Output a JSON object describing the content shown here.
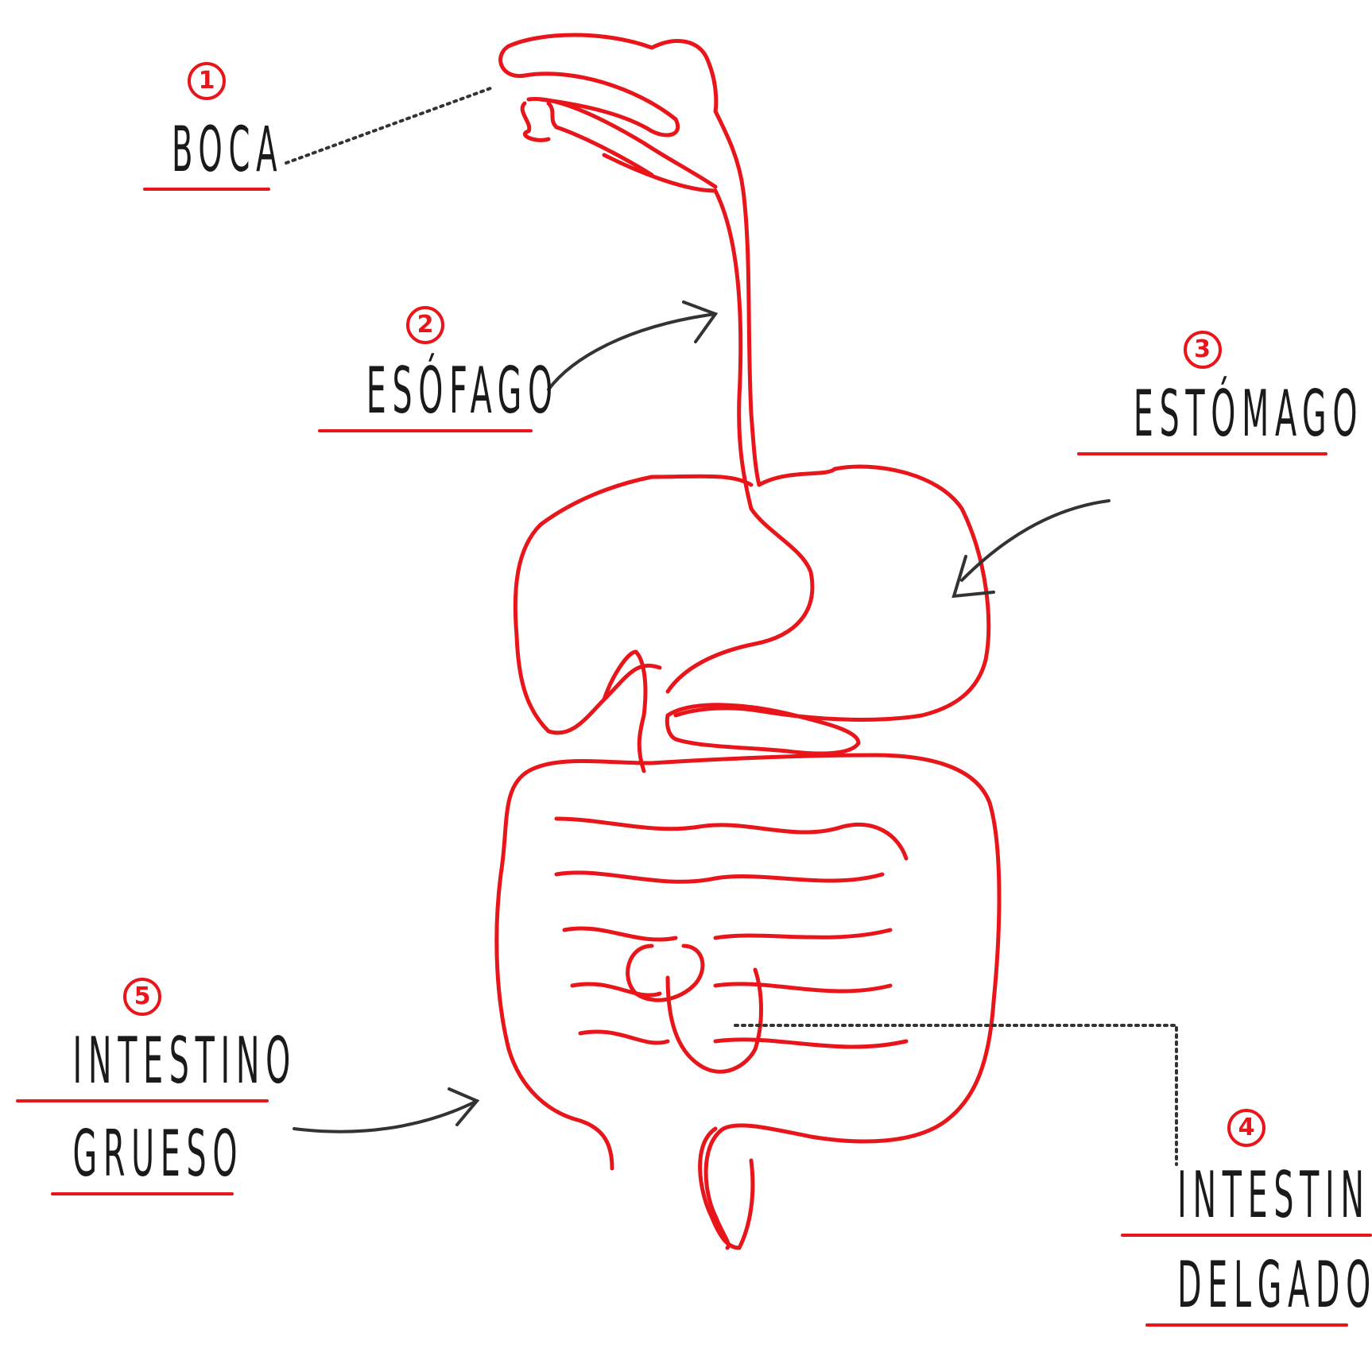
{
  "colors": {
    "organ_stroke": "#e8161b",
    "arrow_stroke": "#333333",
    "text": "#1a1a1a",
    "accent": "#e8161b"
  },
  "labels": {
    "boca": {
      "number": "1",
      "text": "BOCA"
    },
    "esofago": {
      "number": "2",
      "text": "ESÓFAGO"
    },
    "estomago": {
      "number": "3",
      "text": "ESTÓMAGO"
    },
    "intestino_delgado": {
      "number": "4",
      "line1": "INTESTINO",
      "line2": "DELGADO"
    },
    "intestino_grueso": {
      "number": "5",
      "line1": "INTESTINO",
      "line2": "GRUESO"
    }
  }
}
